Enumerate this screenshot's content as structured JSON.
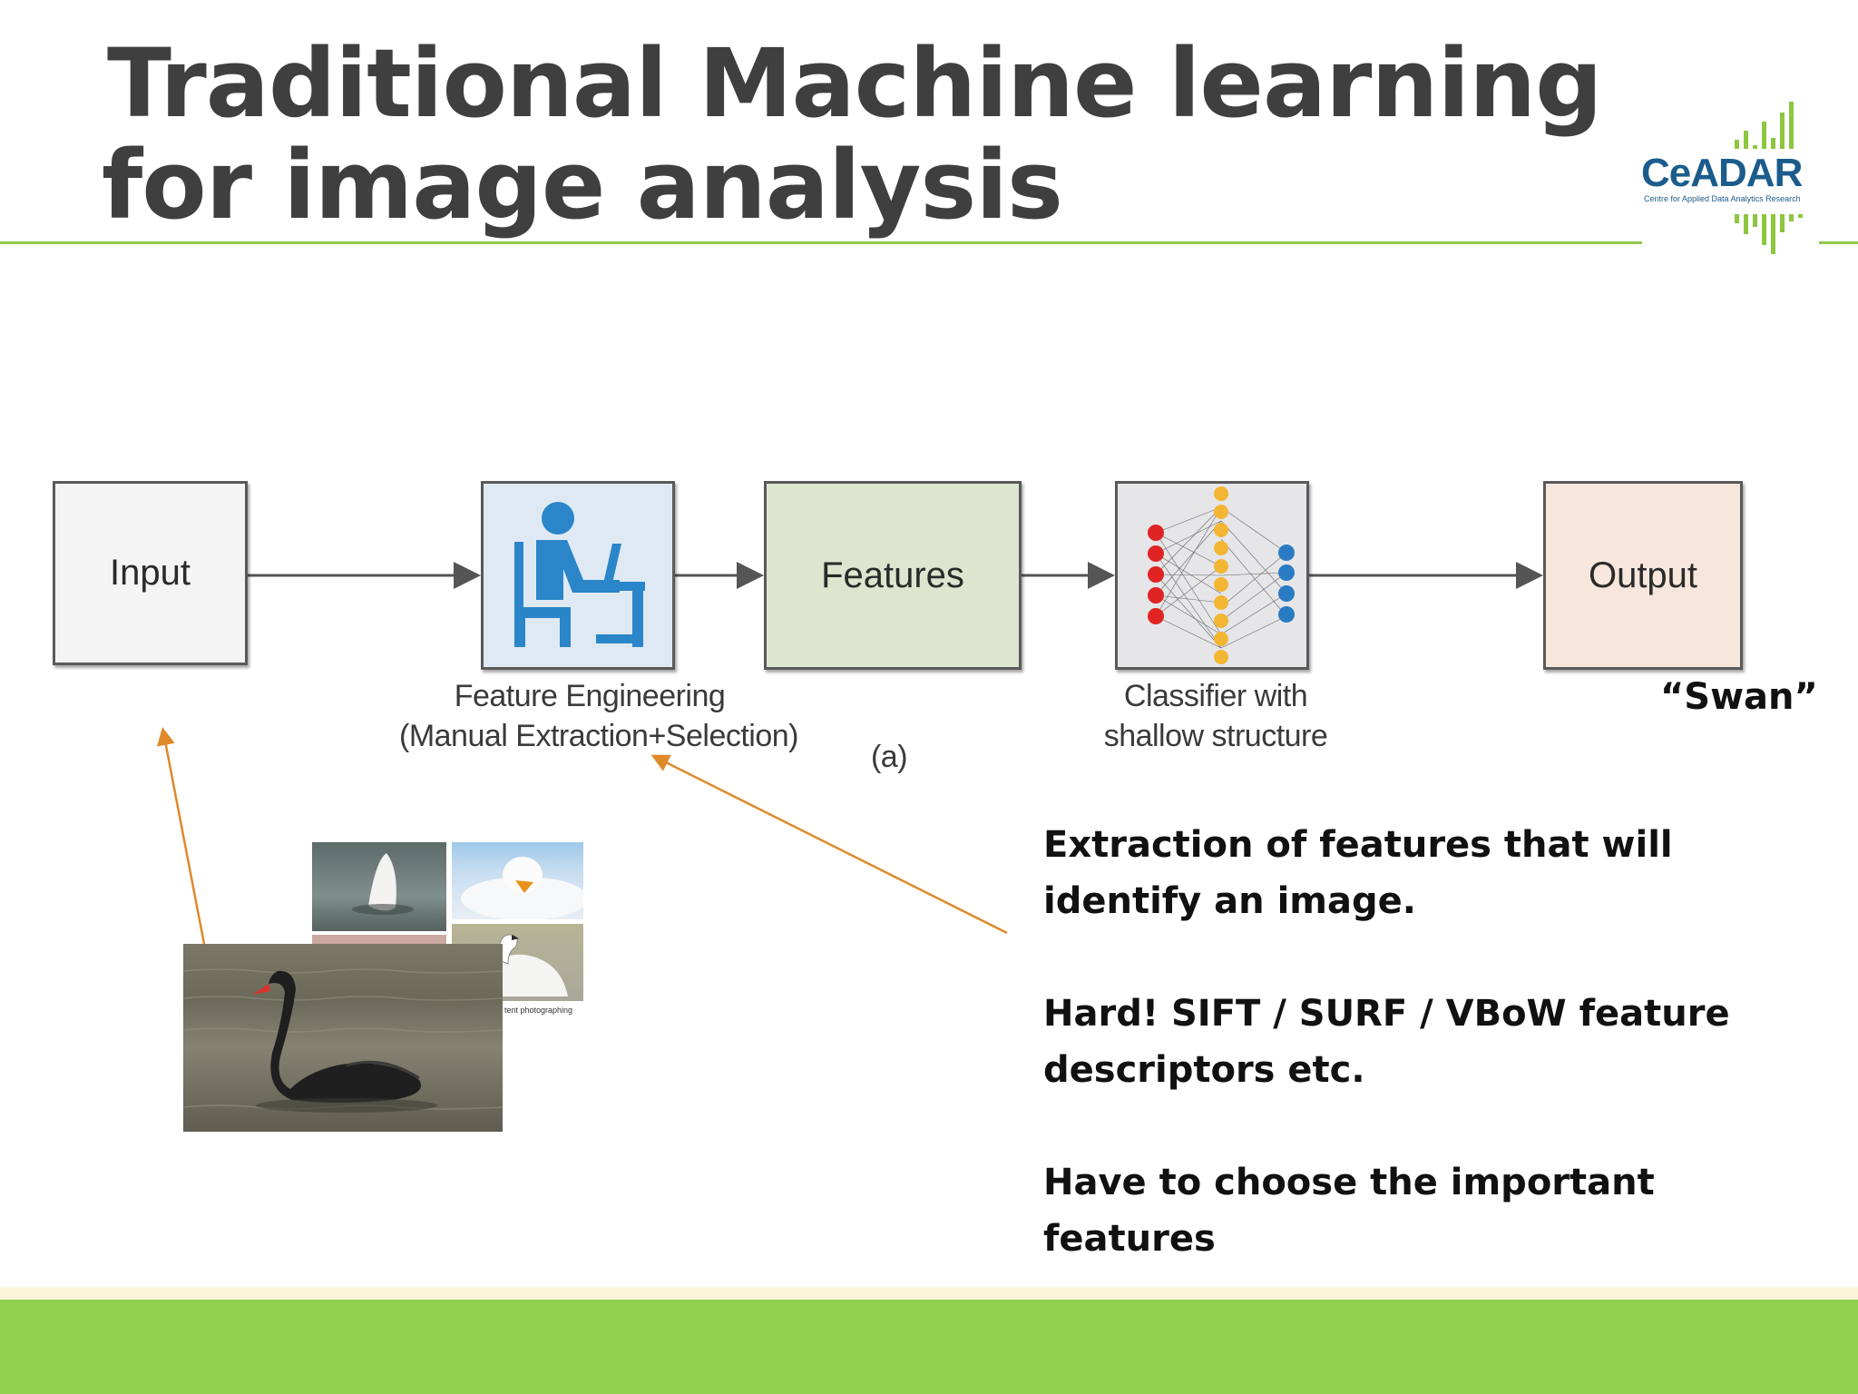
{
  "title": {
    "line1": "Traditional Machine learning",
    "line2": "for image analysis"
  },
  "logo": {
    "name": "CeADAR",
    "tagline": "Centre for Applied Data Analytics Research"
  },
  "diagram": {
    "boxes": {
      "input": "Input",
      "feature_engineering": "feature-engineering-person-icon",
      "features": "Features",
      "classifier": "neural-network-icon",
      "output": "Output"
    },
    "captions": {
      "feature_engineering_line1": "Feature Engineering",
      "feature_engineering_line2": "(Manual Extraction+Selection)",
      "classifier_line1": "Classifier with",
      "classifier_line2": "shallow structure",
      "panel_label": "(a)"
    },
    "output_label": "“Swan”"
  },
  "photos": {
    "caption_fragment": "tent photographing"
  },
  "notes": [
    "Extraction of features that will identify an image.",
    "Hard!  SIFT / SURF / VBoW feature descriptors etc.",
    "Have to choose the important features"
  ],
  "colors": {
    "accent_green": "#92d050",
    "title_gray": "#3f3f3f",
    "arrow_orange": "#e0892a",
    "logo_blue": "#1b5c8c"
  }
}
